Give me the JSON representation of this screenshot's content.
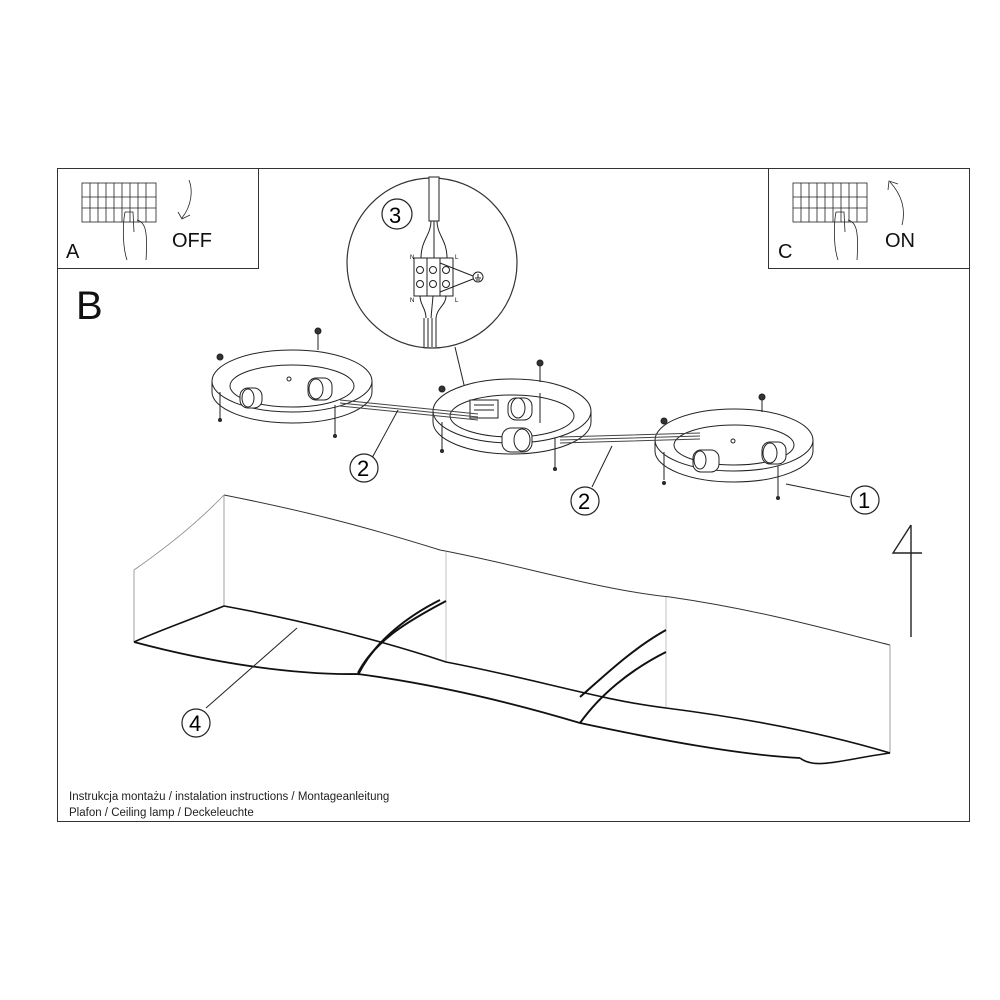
{
  "document": {
    "type": "installation-instructions",
    "frame_color": "#333333"
  },
  "steps": {
    "a": {
      "letter": "A",
      "action": "OFF",
      "icon": "circuit-breaker-switch-down-icon"
    },
    "b": {
      "letter": "B"
    },
    "c": {
      "letter": "C",
      "action": "ON",
      "icon": "circuit-breaker-switch-up-icon"
    }
  },
  "detail_3": {
    "callout": "3",
    "terminal_labels_top": [
      "N",
      "L"
    ],
    "terminal_labels_bottom": [
      "N",
      "L"
    ],
    "ground_icon": "ground-symbol-icon"
  },
  "callouts": [
    {
      "id": "1",
      "label": "1",
      "target": "mounting-screw"
    },
    {
      "id": "2a",
      "label": "2",
      "target": "connecting-cable"
    },
    {
      "id": "2b",
      "label": "2",
      "target": "connecting-cable"
    },
    {
      "id": "4",
      "label": "4",
      "target": "lamp-shade"
    }
  ],
  "footer": {
    "line1": "Instrukcja montażu / instalation instructions / Montageanleitung",
    "line2": "Plafon / Ceiling lamp / Deckeleuchte"
  }
}
